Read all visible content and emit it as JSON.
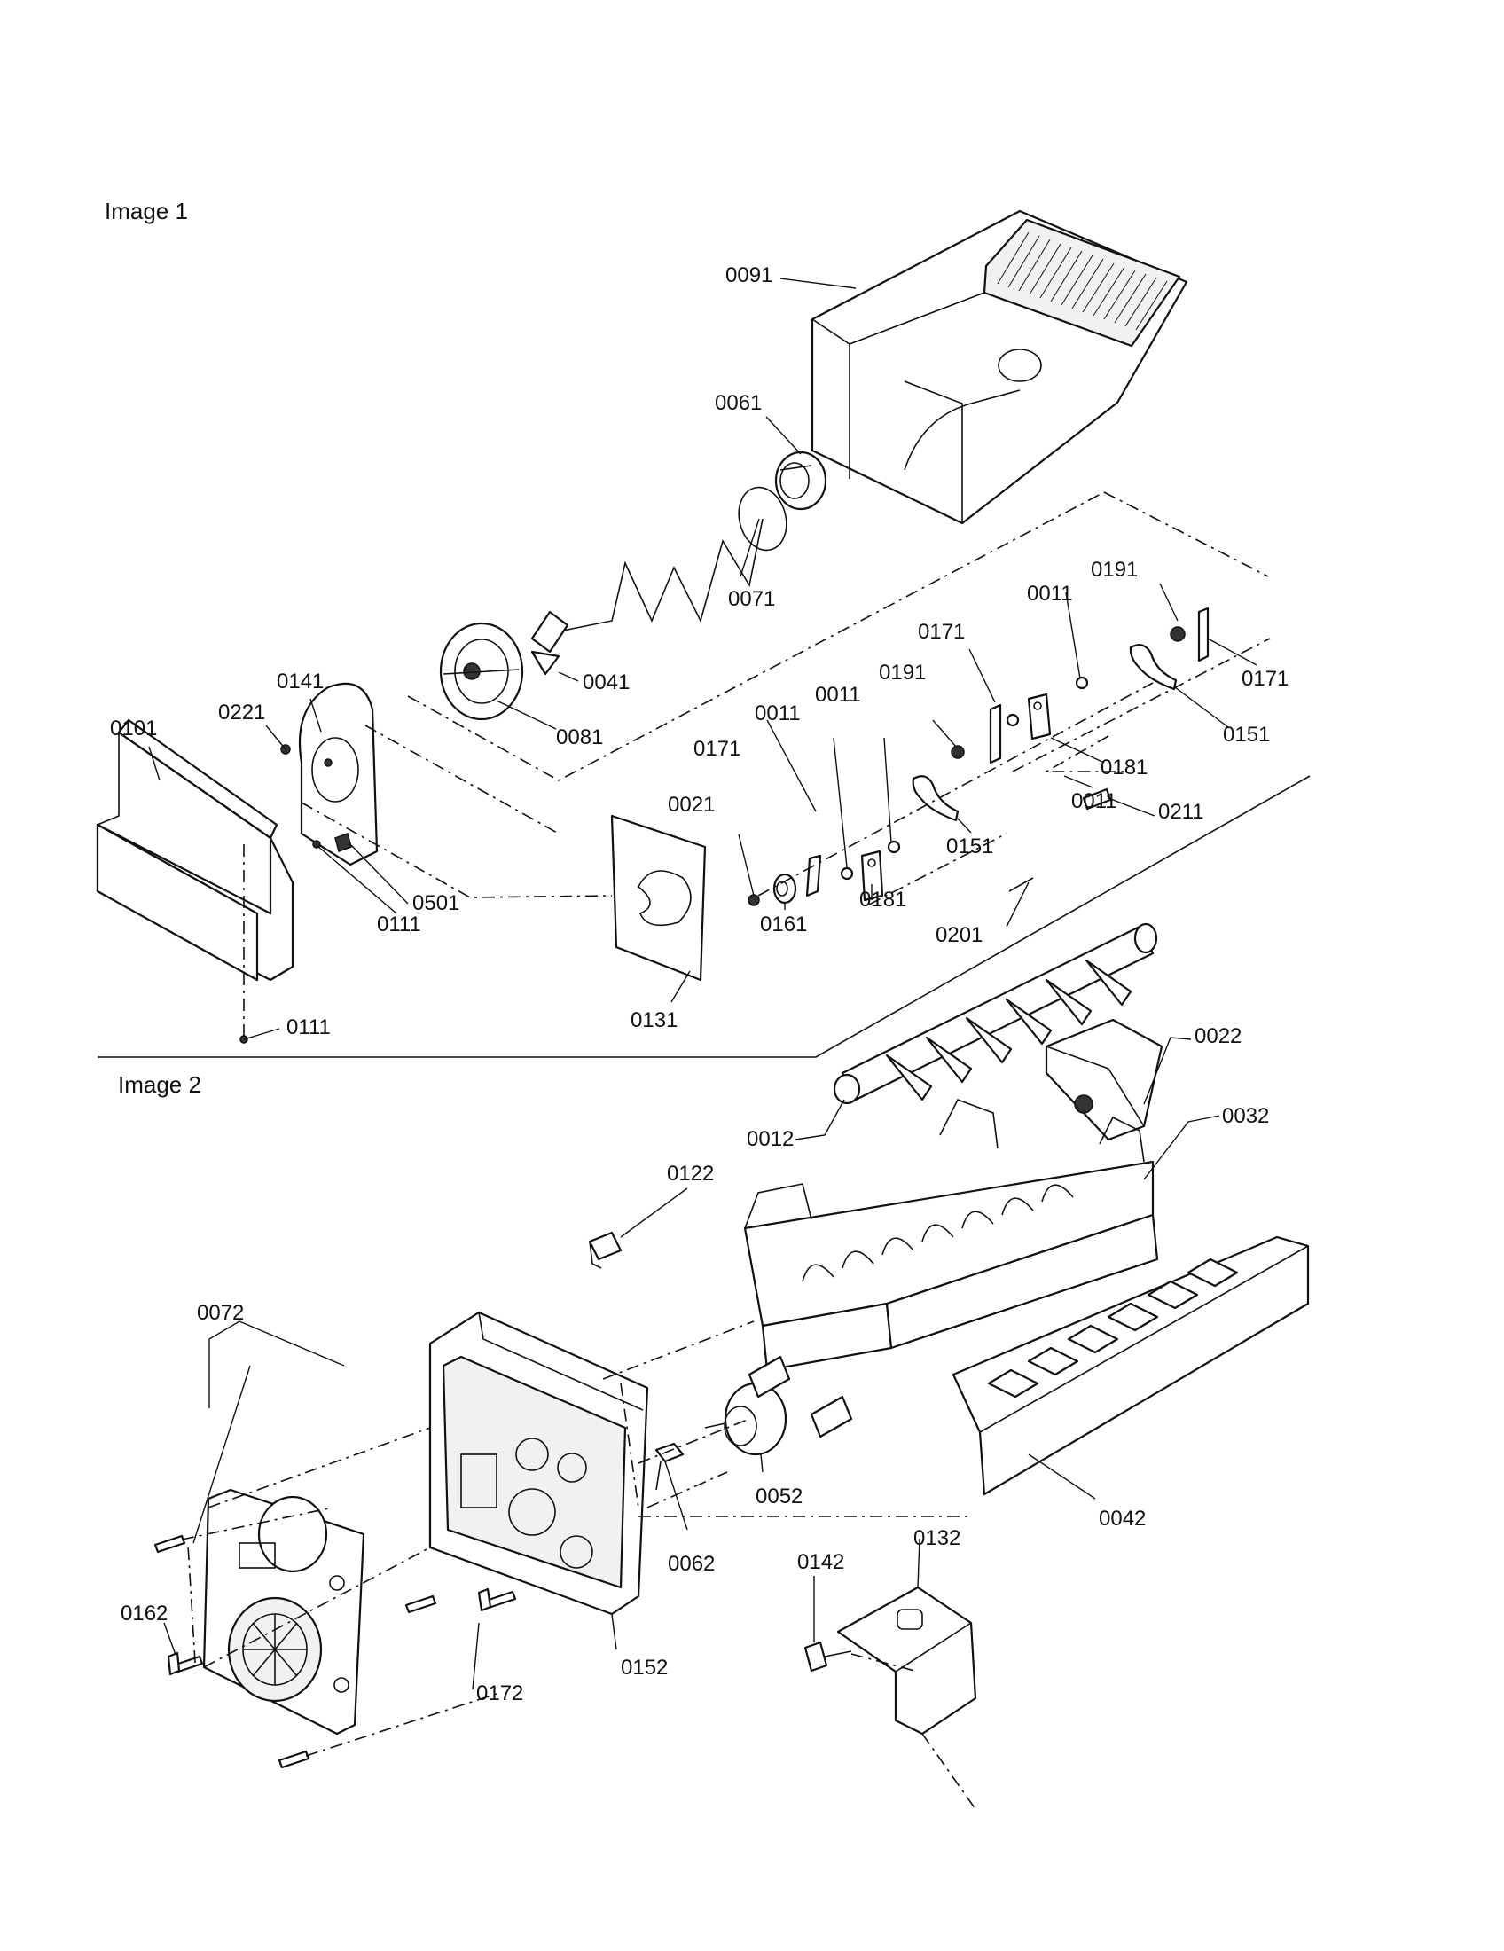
{
  "sections": {
    "image1": "Image 1",
    "image2": "Image 2"
  },
  "labels": {
    "p0091": "0091",
    "p0061": "0061",
    "p0071": "0071",
    "p0041": "0041",
    "p0081": "0081",
    "p0141": "0141",
    "p0221": "0221",
    "p0101": "0101",
    "p0501": "0501",
    "p0111a": "0111",
    "p0111b": "0111",
    "p0131": "0131",
    "p0021": "0021",
    "p0161": "0161",
    "p0171a": "0171",
    "p0011a": "0011",
    "p0011b": "0011",
    "p0181a": "0181",
    "p0191a": "0191",
    "p0151a": "0151",
    "p0171b": "0171",
    "p0011c": "0011",
    "p0011d": "0011",
    "p0181b": "0181",
    "p0191b": "0191",
    "p0171c": "0171",
    "p0151b": "0151",
    "p0211": "0211",
    "p0201": "0201",
    "p0012": "0012",
    "p0022": "0022",
    "p0032": "0032",
    "p0122": "0122",
    "p0072": "0072",
    "p0052": "0052",
    "p0062": "0062",
    "p0042": "0042",
    "p0142": "0142",
    "p0132": "0132",
    "p0162": "0162",
    "p0172": "0172",
    "p0152": "0152"
  }
}
